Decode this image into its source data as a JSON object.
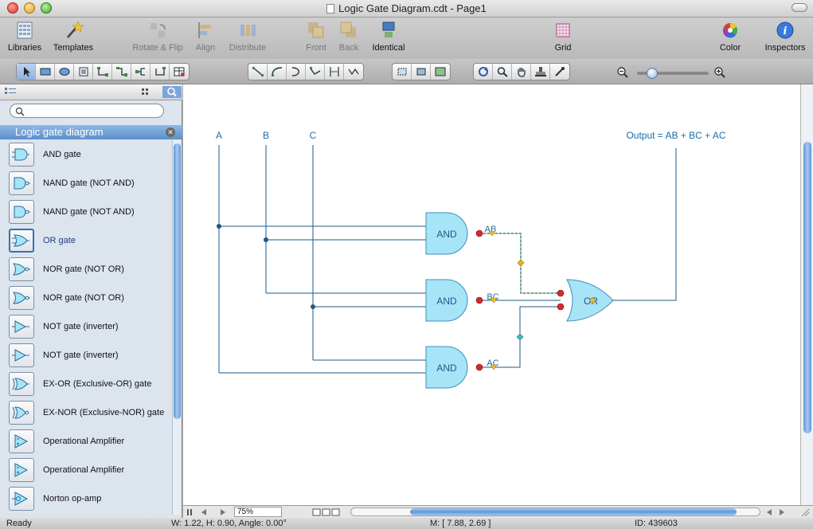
{
  "window": {
    "title": "Logic Gate Diagram.cdt - Page1"
  },
  "toolbar": {
    "libraries": "Libraries",
    "templates": "Templates",
    "rotate_flip": "Rotate & Flip",
    "align": "Align",
    "distribute": "Distribute",
    "front": "Front",
    "back": "Back",
    "identical": "Identical",
    "grid": "Grid",
    "color": "Color",
    "inspectors": "Inspectors"
  },
  "sidebar": {
    "search_placeholder": "",
    "library_title": "Logic gate diagram",
    "items": [
      {
        "label": "AND gate",
        "icon": "and-gate-icon"
      },
      {
        "label": "NAND gate (NOT AND)",
        "icon": "nand-gate-icon"
      },
      {
        "label": "NAND gate (NOT AND)",
        "icon": "nand-gate-icon"
      },
      {
        "label": "OR gate",
        "icon": "or-gate-icon"
      },
      {
        "label": "NOR gate (NOT OR)",
        "icon": "nor-gate-icon"
      },
      {
        "label": "NOR gate (NOT OR)",
        "icon": "nor-gate-icon"
      },
      {
        "label": "NOT gate (inverter)",
        "icon": "not-gate-icon"
      },
      {
        "label": "NOT gate (inverter)",
        "icon": "not-gate-icon"
      },
      {
        "label": "EX-OR (Exclusive-OR) gate",
        "icon": "xor-gate-icon"
      },
      {
        "label": "EX-NOR (Exclusive-NOR) gate",
        "icon": "xnor-gate-icon"
      },
      {
        "label": "Operational Amplifier",
        "icon": "op-amp-icon"
      },
      {
        "label": "Operational Amplifier",
        "icon": "op-amp-icon"
      },
      {
        "label": "Norton op-amp",
        "icon": "norton-op-amp-icon"
      }
    ],
    "selected_index": 3
  },
  "diagram": {
    "input_a": "A",
    "input_b": "B",
    "input_c": "C",
    "output_label": "Output = AB + BC + AC",
    "gate_and_1": "AND",
    "gate_and_2": "AND",
    "gate_and_3": "AND",
    "gate_or": "OR",
    "wire_ab": "AB",
    "wire_bc": "BC",
    "wire_ac": "AC",
    "colors": {
      "wire": "#1a5a8a",
      "gate_fill": "#a7e4f7",
      "label": "#1a6ea8",
      "selection": "#3fae3f",
      "handle": "#d42a2a"
    }
  },
  "zoom": {
    "value": "75%"
  },
  "status": {
    "ready": "Ready",
    "size": "W: 1.22,  H: 0.90,  Angle: 0.00°",
    "mouse": "M: [ 7.88, 2.69 ]",
    "id": "ID: 439603"
  }
}
